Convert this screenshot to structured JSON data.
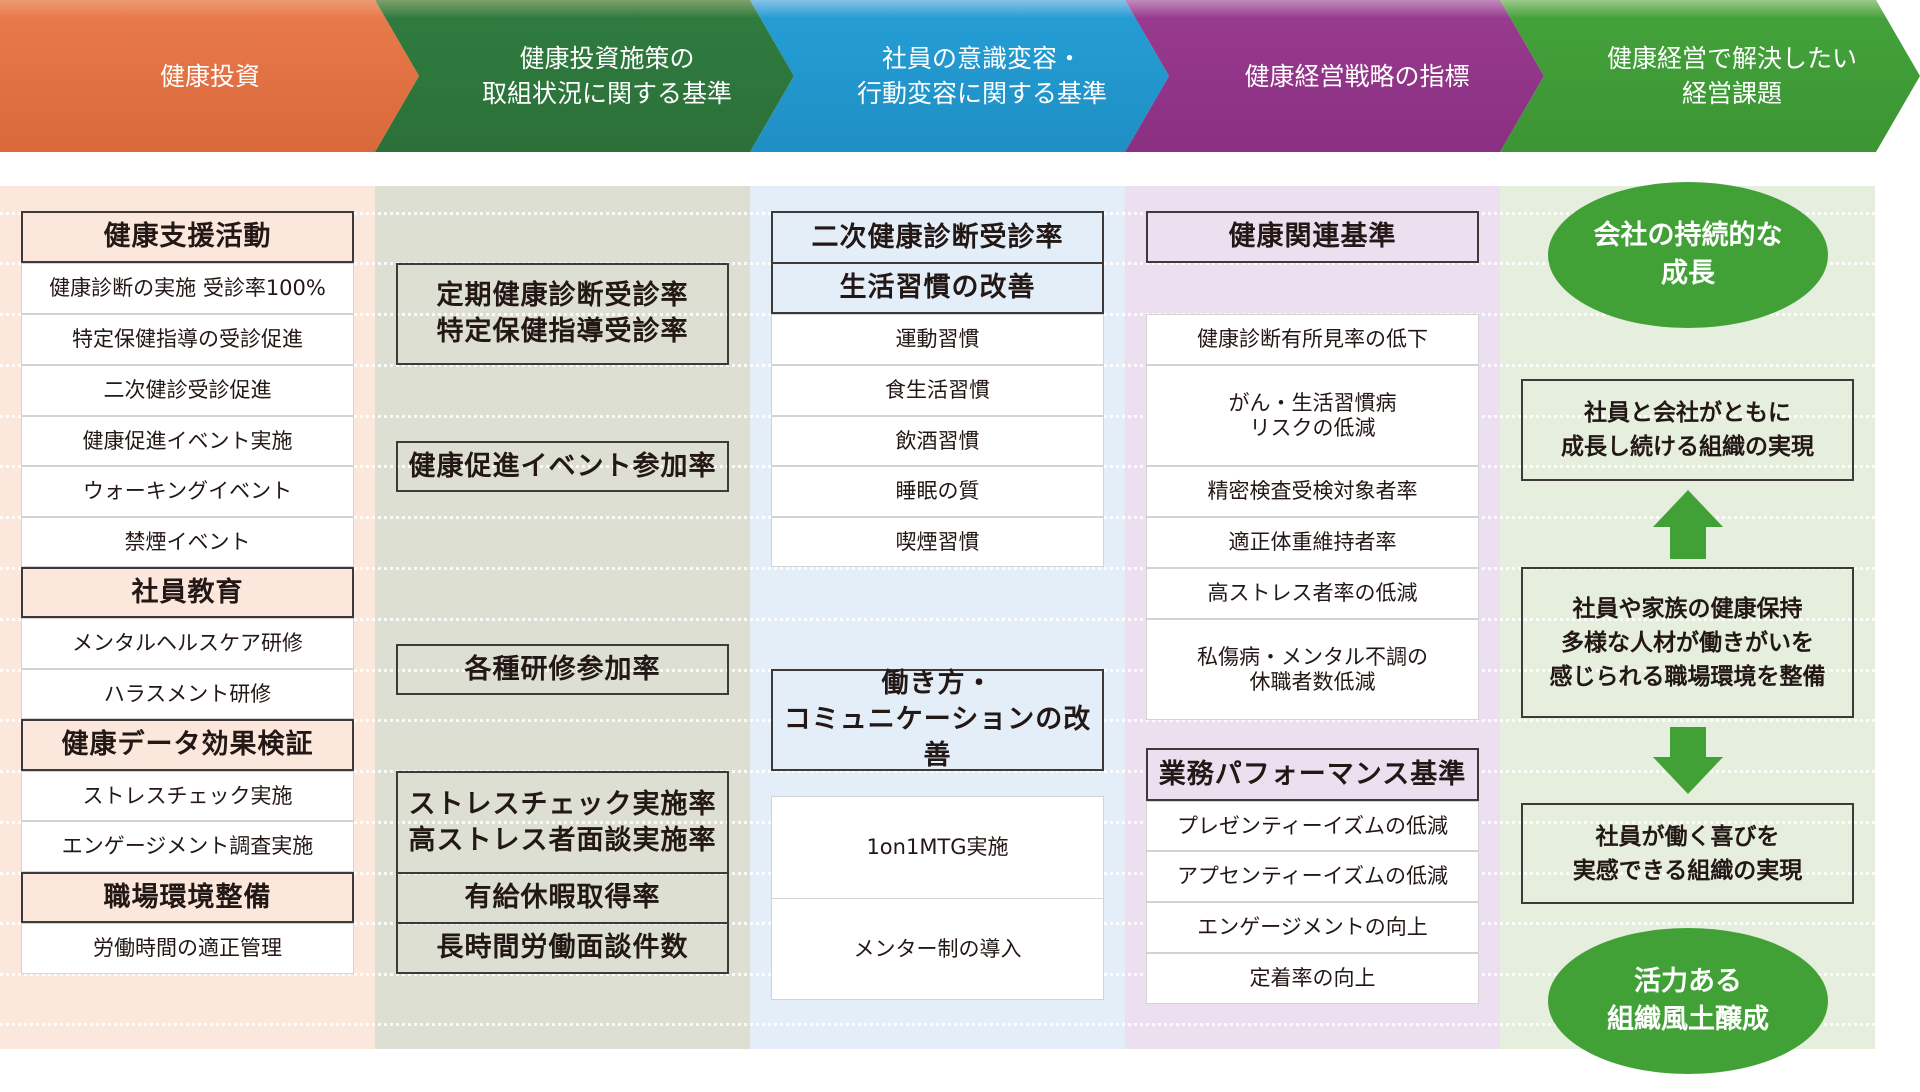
{
  "colors": {
    "orange": "#e8794a",
    "dark_green": "#2f7b3f",
    "blue": "#249dd4",
    "purple": "#983a8f",
    "green": "#43a13a",
    "panel_orange": "#fbe7dc",
    "panel_olive": "#dcdfd1",
    "panel_blue": "#e3eef8",
    "panel_purple": "#ebdff0",
    "panel_green": "#e6eedd"
  },
  "header": [
    {
      "label": "健康投資"
    },
    {
      "label": "健康投資施策の\n取組状況に関する基準"
    },
    {
      "label": "社員の意識変容・\n行動変容に関する基準"
    },
    {
      "label": "健康経営戦略の指標"
    },
    {
      "label": "健康経営で解決したい\n経営課題"
    }
  ],
  "col1": {
    "groups": [
      {
        "title": "健康支援活動",
        "items": [
          "健康診断の実施 受診率100%",
          "特定保健指導の受診促進",
          "二次健診受診促進",
          "健康促進イベント実施",
          "ウォーキングイベント",
          "禁煙イベント"
        ]
      },
      {
        "title": "社員教育",
        "items": [
          "メンタルヘルスケア研修",
          "ハラスメント研修"
        ]
      },
      {
        "title": "健康データ効果検証",
        "items": [
          "ストレスチェック実施",
          "エンゲージメント調査実施"
        ]
      },
      {
        "title": "職場環境整備",
        "items": [
          "労働時間の適正管理"
        ]
      }
    ]
  },
  "col2": {
    "boxes": [
      "定期健康診断受診率\n特定保健指導受診率",
      "健康促進イベント参加率",
      "各種研修参加率",
      "ストレスチェック実施率\n高ストレス者面談実施率",
      "有給休暇取得率",
      "長時間労働面談件数"
    ]
  },
  "col3": {
    "top_titles": [
      "二次健康診断受診率",
      "生活習慣の改善"
    ],
    "habits": [
      "運動習慣",
      "食生活習慣",
      "飲酒習慣",
      "睡眠の質",
      "喫煙習慣"
    ],
    "work_title": "働き方・\nコミュニケーションの改善",
    "work_items": [
      "1on1MTG実施",
      "メンター制の導入"
    ]
  },
  "col4": {
    "health_title": "健康関連基準",
    "health_items": [
      "健康診断有所見率の低下",
      "がん・生活習慣病\nリスクの低減",
      "精密検査受検対象者率",
      "適正体重維持者率",
      "高ストレス者率の低減",
      "私傷病・メンタル不調の\n休職者数低減"
    ],
    "perf_title": "業務パフォーマンス基準",
    "perf_items": [
      "プレゼンティーイズムの低減",
      "アプセンティーイズムの低減",
      "エンゲージメントの向上",
      "定着率の向上"
    ]
  },
  "col5": {
    "top_goal": "会社の持続的な\n成長",
    "box1": "社員と会社がともに\n成長し続ける組織の実現",
    "box2": "社員や家族の健康保持\n多様な人材が働きがいを\n感じられる職場環境を整備",
    "box3": "社員が働く喜びを\n実感できる組織の実現",
    "bottom_goal": "活力ある\n組織風土醸成"
  }
}
